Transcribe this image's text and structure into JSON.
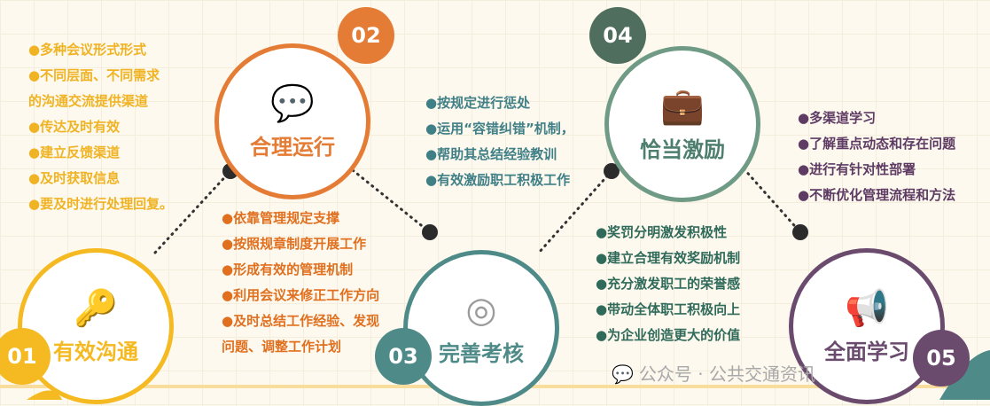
{
  "steps": [
    {
      "number": "01",
      "title": "有效沟通",
      "icon": "key-icon",
      "color": "#f5b921",
      "items": [
        "●多种会议形式形式",
        "●不同层面、不同需求",
        "的沟通交流提供渠道",
        "●传达及时有效",
        "●建立反馈渠道",
        "●及时获取信息",
        "●要及时进行处理回复。"
      ]
    },
    {
      "number": "02",
      "title": "合理运行",
      "icon": "chat-icon",
      "color": "#e57c35",
      "items": [
        "●依靠管理规定支撑",
        "●按照规章制度开展工作",
        "●形成有效的管理机制",
        "●利用会议来修正工作方向",
        "●及时总结工作经验、发现",
        "问题、调整工作计划"
      ]
    },
    {
      "number": "03",
      "title": "完善考核",
      "icon": "target-icon",
      "color": "#4e8b88",
      "items": [
        "●按规定进行惩处",
        "●运用“容错纠错”机制，",
        "●帮助其总结经验教训",
        "●有效激励职工积极工作"
      ]
    },
    {
      "number": "04",
      "title": "恰当激励",
      "icon": "briefcase-icon",
      "color": "#6f9a86",
      "items": [
        "●奖罚分明激发积极性",
        "●建立合理有效奖励机制",
        "●充分激发职工的荣誉感",
        "●带动全体职工积极向上",
        "●为企业创造更大的价值"
      ]
    },
    {
      "number": "05",
      "title": "全面学习",
      "icon": "megaphone-icon",
      "color": "#6a4b6e",
      "items": [
        "●多渠道学习",
        "●了解重点动态和存在问题",
        "●进行有针对性部署",
        "●不断优化管理流程和方法"
      ]
    }
  ],
  "watermark": "公众号 · 公共交通资讯"
}
